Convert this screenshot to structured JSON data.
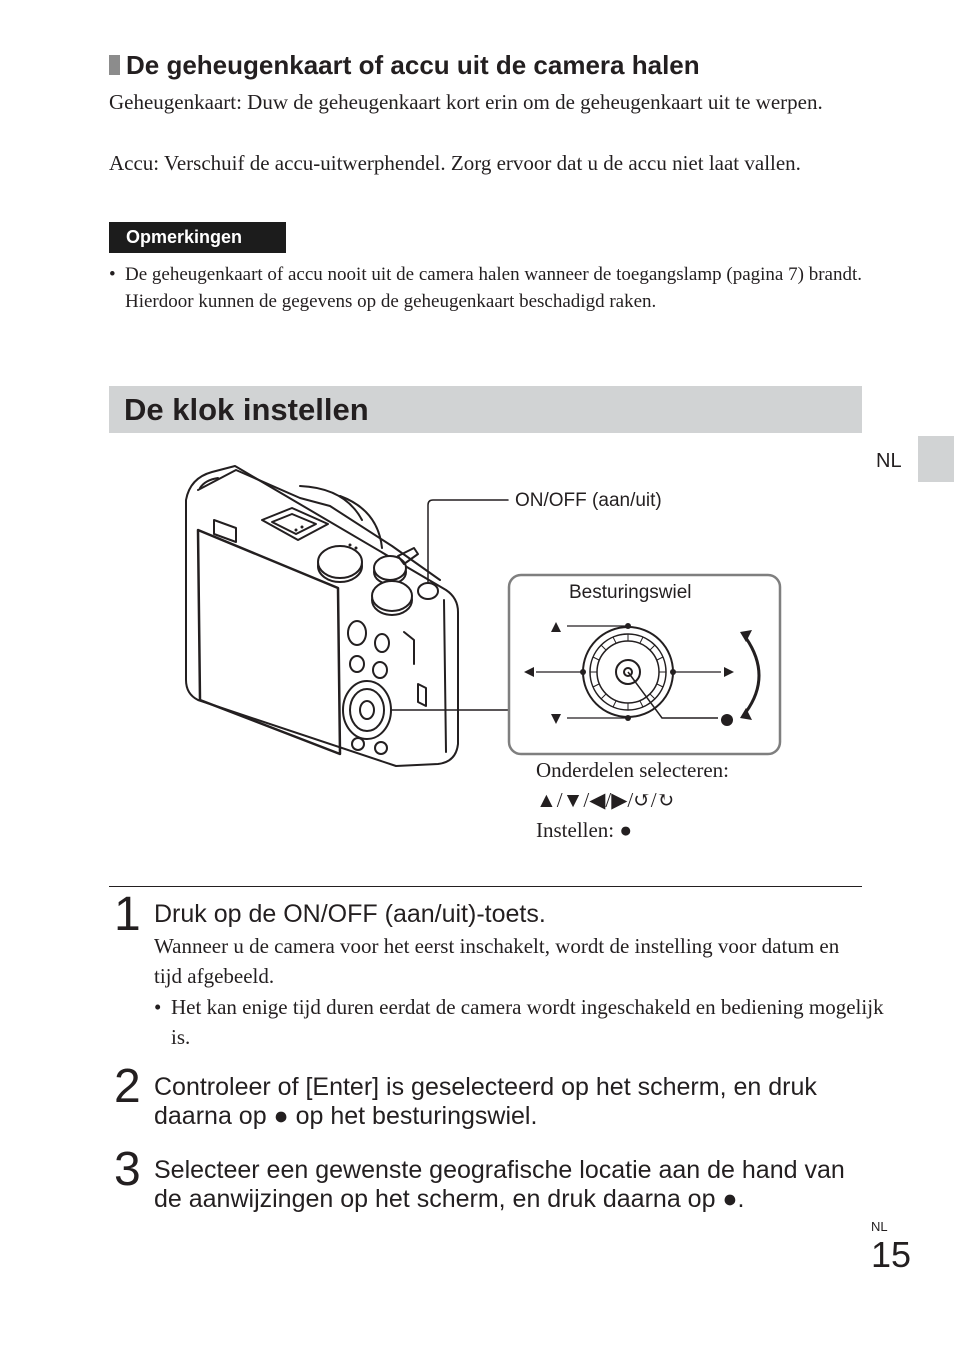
{
  "section_remove": {
    "title": "De geheugenkaart of accu uit de camera halen",
    "para1": "Geheugenkaart: Duw de geheugenkaart kort erin om de geheugenkaart uit te werpen.",
    "para2": "Accu: Verschuif de accu-uitwerphendel. Zorg ervoor dat u de accu niet laat vallen.",
    "notes_label": "Opmerkingen",
    "notes": [
      "De geheugenkaart of accu nooit uit de camera halen wanneer de toegangslamp (pagina 7) brandt. Hierdoor kunnen de gegevens op de geheugenkaart beschadigd raken."
    ]
  },
  "section_clock": {
    "title": "De klok instellen"
  },
  "side_tab": "NL",
  "figure": {
    "label_onoff": "ON/OFF (aan/uit)",
    "label_wheel": "Besturingswiel",
    "caption_line1": "Onderdelen selecteren:",
    "caption_line2": "▲/▼/◀/▶/↺/↻",
    "caption_line3": "Instellen: ●"
  },
  "steps": [
    {
      "number": "1",
      "title": "Druk op de ON/OFF (aan/uit)-toets.",
      "body": "Wanneer u de camera voor het eerst inschakelt, wordt de instelling voor datum en tijd afgebeeld.",
      "bullet": "Het kan enige tijd duren eerdat de camera wordt ingeschakeld en bediening mogelijk is."
    },
    {
      "number": "2",
      "title": "Controleer of [Enter] is geselecteerd op het scherm, en druk daarna op ● op het besturingswiel."
    },
    {
      "number": "3",
      "title": "Selecteer een gewenste geografische locatie aan de hand van de aanwijzingen op het scherm, en druk daarna op ●."
    }
  ],
  "footer": {
    "lang": "NL",
    "page": "15"
  }
}
